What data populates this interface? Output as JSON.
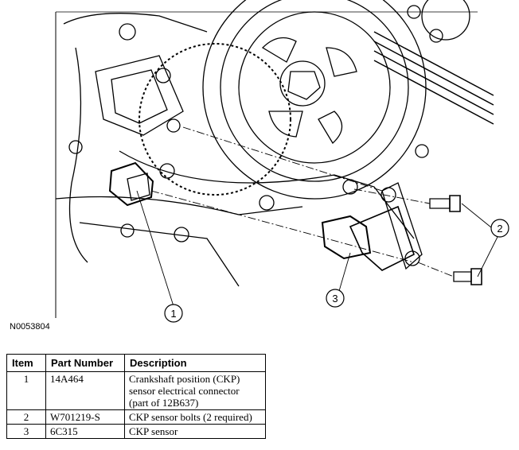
{
  "figure": {
    "code": "N0053804",
    "callouts": [
      "1",
      "2",
      "3"
    ]
  },
  "table": {
    "headers": [
      "Item",
      "Part Number",
      "Description"
    ],
    "rows": [
      {
        "item": "1",
        "part": "14A464",
        "desc": [
          "Crankshaft position (CKP)",
          "sensor electrical connector",
          "(part of 12B637)"
        ]
      },
      {
        "item": "2",
        "part": "W701219-S",
        "desc": [
          "CKP sensor bolts (2 required)"
        ]
      },
      {
        "item": "3",
        "part": "6C315",
        "desc": [
          "CKP sensor"
        ]
      }
    ]
  }
}
